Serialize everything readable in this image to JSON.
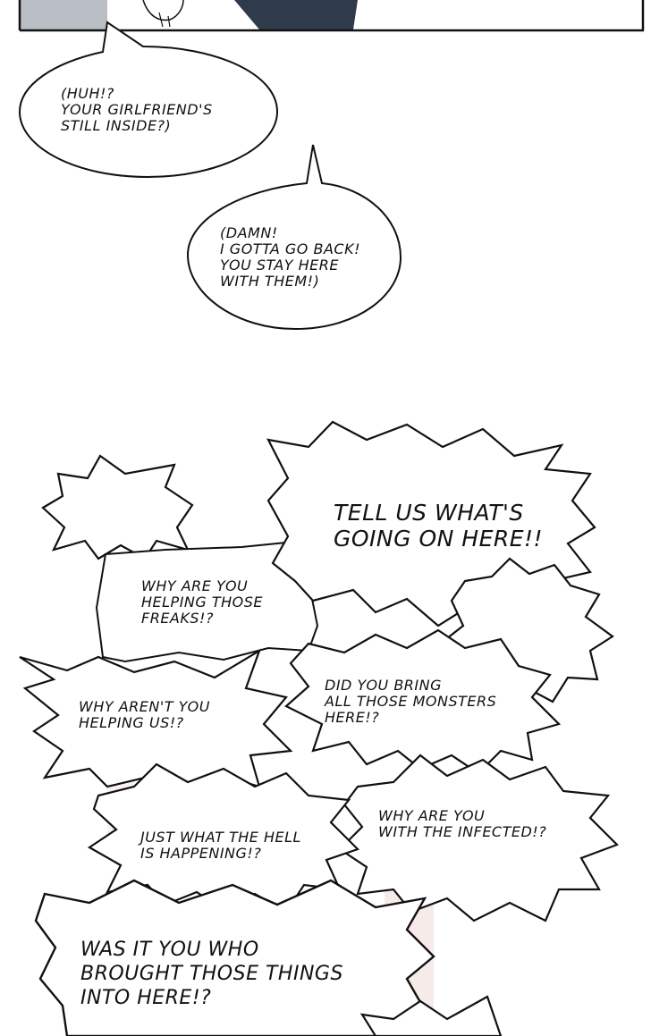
{
  "bubbles": {
    "b1": "(HUH!?\nYOUR GIRLFRIEND'S\nSTILL INSIDE?)",
    "b2": "(DAMN!\nI GOTTA GO BACK!\nYOU STAY HERE\nWITH THEM!)",
    "b3": "TELL US WHAT'S\nGOING ON HERE!!",
    "b4": "WHY ARE YOU\nHELPING THOSE\nFREAKS!?",
    "b5": "WHY AREN'T YOU\nHELPING US!?",
    "b6": "DID YOU BRING\nALL THOSE MONSTERS\nHERE!?",
    "b7": "JUST WHAT THE HELL\nIS HAPPENING!?",
    "b8": "WHY ARE YOU\nWITH THE INFECTED!?",
    "b9": "WAS IT YOU WHO\nBROUGHT THOSE THINGS\nINTO HERE!?"
  },
  "colors": {
    "ink": "#111111",
    "panel_top_fill": "#b9bdc4",
    "figure_dark": "#2f3a4a",
    "skin_tint": "#f4e6e4"
  }
}
